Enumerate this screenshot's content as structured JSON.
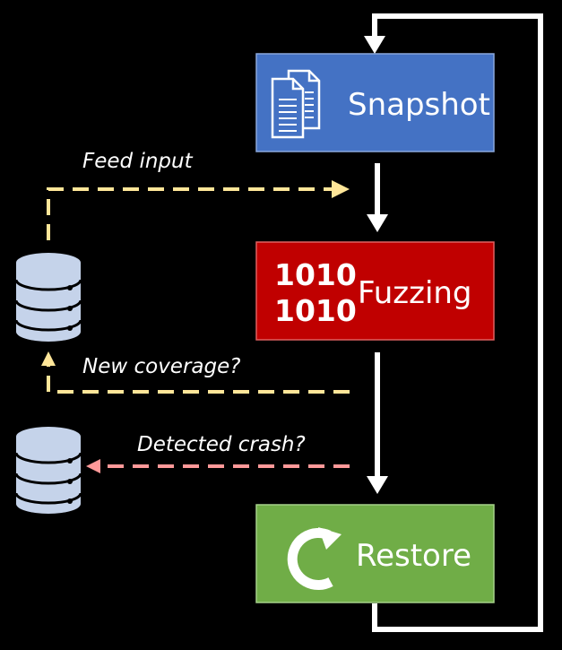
{
  "boxes": {
    "snapshot": {
      "label": "Snapshot",
      "color": "#4472C4"
    },
    "fuzzing": {
      "label": "Fuzzing",
      "color": "#C00000",
      "bits_line_1": "1010",
      "bits_line_2": "1010"
    },
    "restore": {
      "label": "Restore",
      "color": "#70AD47"
    }
  },
  "annotations": {
    "feed_input": "Feed input",
    "new_coverage": "New coverage?",
    "detected_crash": "Detected crash?"
  },
  "colors": {
    "background": "#000000",
    "flow_arrow": "#FFFFFF",
    "feed_arrow": "#FFE699",
    "crash_arrow": "#FF9999",
    "database": "#C5D3EA"
  },
  "icons": [
    "documents-icon",
    "binary-icon",
    "restore-arrow-icon",
    "database-icon"
  ]
}
